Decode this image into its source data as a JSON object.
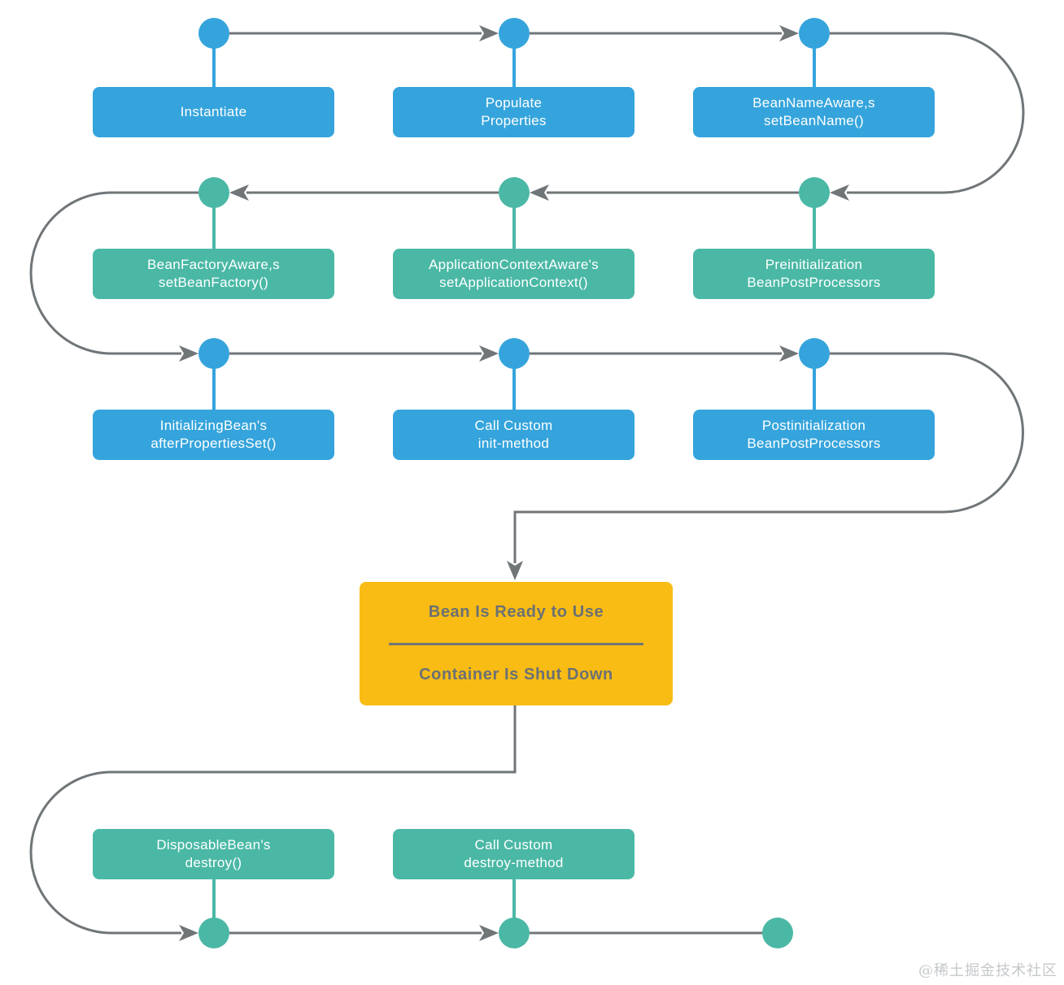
{
  "colors": {
    "blue": "#35A4DC",
    "teal": "#4AB8A5",
    "yellow": "#F9BC15",
    "line": "#707578",
    "box-text": "#FFFFFF",
    "yellow-text": "#6B7173",
    "watermark": "#C5C8CA"
  },
  "nodes": [
    {
      "id": "instantiate",
      "line1": "Instantiate"
    },
    {
      "id": "populate-properties",
      "line1": "Populate",
      "line2": "Properties"
    },
    {
      "id": "set-bean-name",
      "line1": "BeanNameAware,s",
      "line2": "setBeanName()"
    },
    {
      "id": "set-bean-factory",
      "line1": "BeanFactoryAware,s",
      "line2": "setBeanFactory()"
    },
    {
      "id": "set-application-context",
      "line1": "ApplicationContextAware's",
      "line2": "setApplicationContext()"
    },
    {
      "id": "pre-init-processors",
      "line1": "Preinitialization",
      "line2": "BeanPostProcessors"
    },
    {
      "id": "after-properties-set",
      "line1": "InitializingBean's",
      "line2": "afterPropertiesSet()"
    },
    {
      "id": "call-init-method",
      "line1": "Call Custom",
      "line2": "init-method"
    },
    {
      "id": "post-init-processors",
      "line1": "Postinitialization",
      "line2": "BeanPostProcessors"
    },
    {
      "id": "disposable-destroy",
      "line1": "DisposableBean's",
      "line2": "destroy()"
    },
    {
      "id": "call-destroy-method",
      "line1": "Call Custom",
      "line2": "destroy-method"
    }
  ],
  "yellow_box": {
    "line1": "Bean Is Ready to Use",
    "line2": "Container Is Shut Down"
  },
  "watermark": {
    "text": "@稀土掘金技术社区"
  }
}
